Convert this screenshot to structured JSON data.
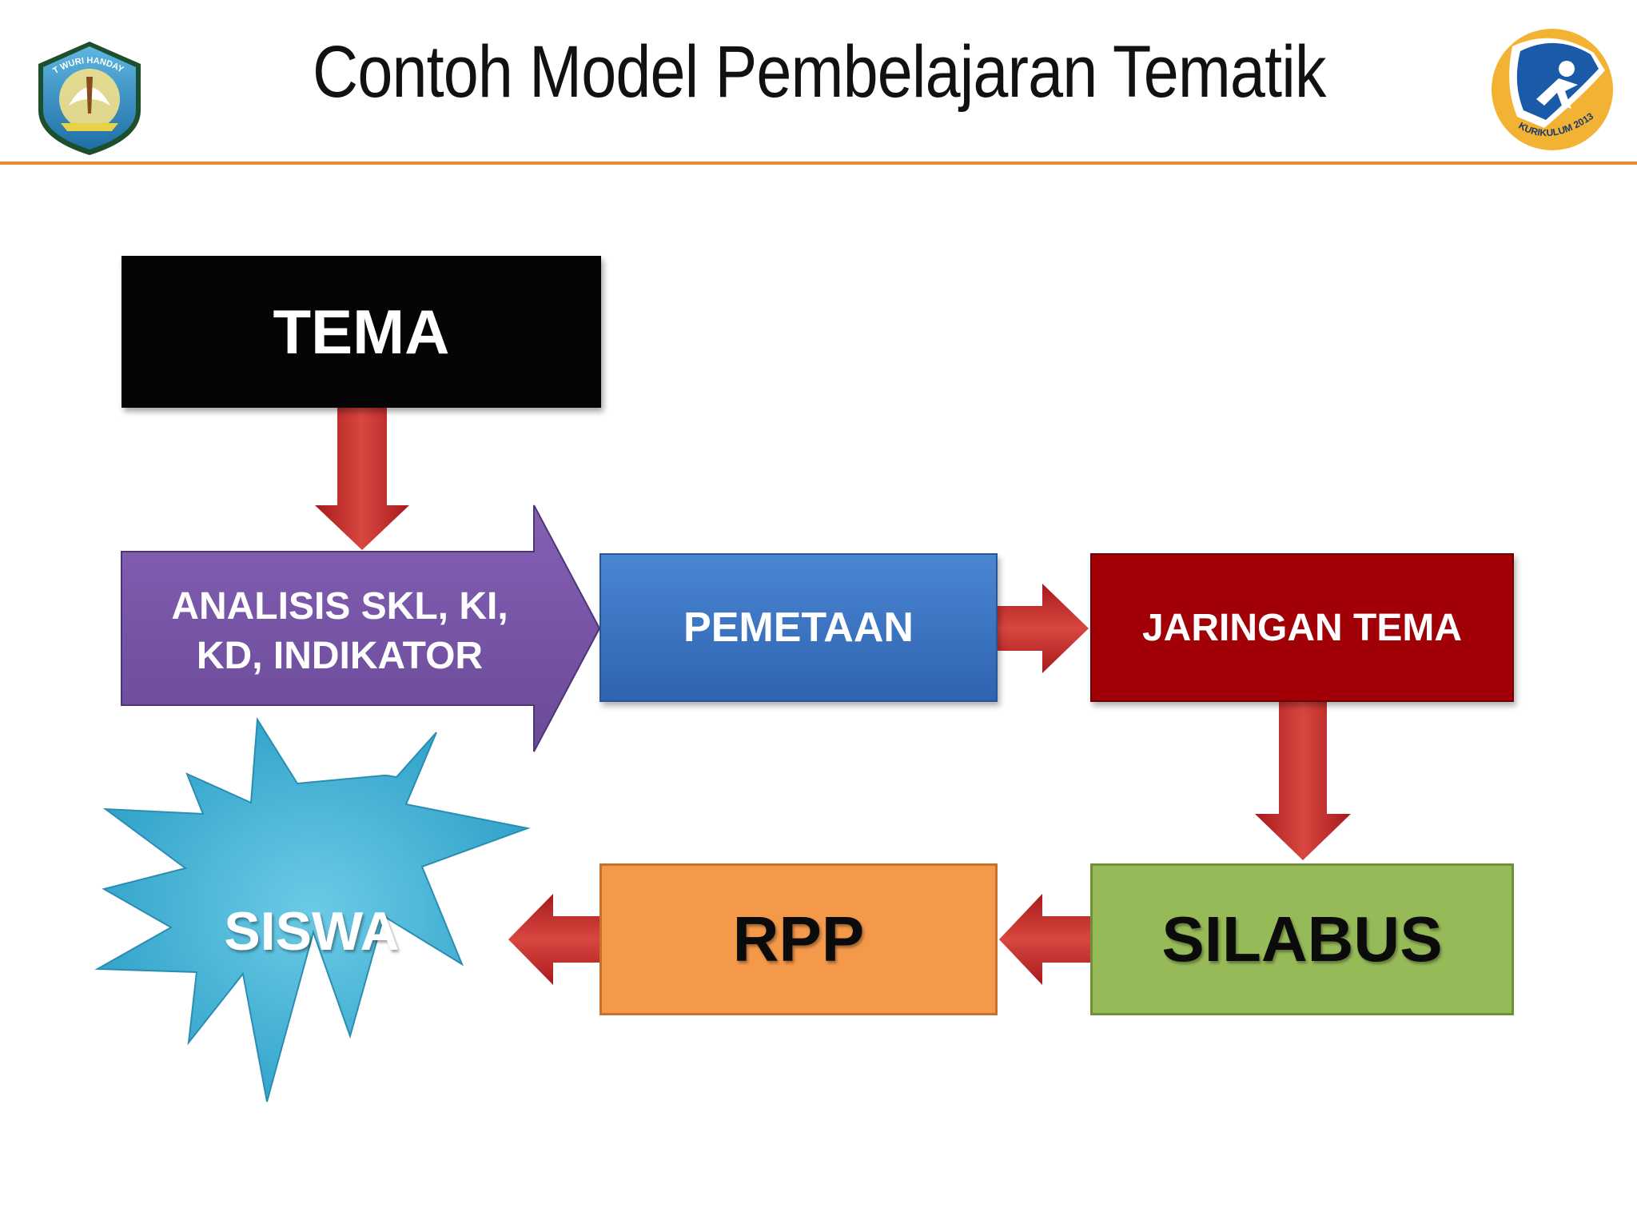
{
  "header": {
    "title": "Contoh Model Pembelajaran Tematik",
    "logo_left": "Tut Wuri Handayani emblem",
    "logo_left_text": "TUT WURI HANDAYANI",
    "logo_right": "Kurikulum 2013 logo",
    "logo_right_text": "KURIKULUM 2013",
    "accent_color": "#e6892f"
  },
  "diagram": {
    "tema": "TEMA",
    "analisis": [
      "ANALISIS SKL, KI,",
      "KD, INDIKATOR"
    ],
    "pemetaan": "PEMETAAN",
    "jaringan": "JARINGAN TEMA",
    "silabus": "SILABUS",
    "rpp": "RPP",
    "siswa": "SISWA",
    "colors": {
      "tema": "#050305",
      "analisis": "#7150a0",
      "pemetaan": "#3b74c4",
      "jaringan": "#a10106",
      "silabus": "#97ba59",
      "rpp": "#f4984a",
      "siswa": "#3eb3d4",
      "arrow": "#c0292e"
    }
  }
}
